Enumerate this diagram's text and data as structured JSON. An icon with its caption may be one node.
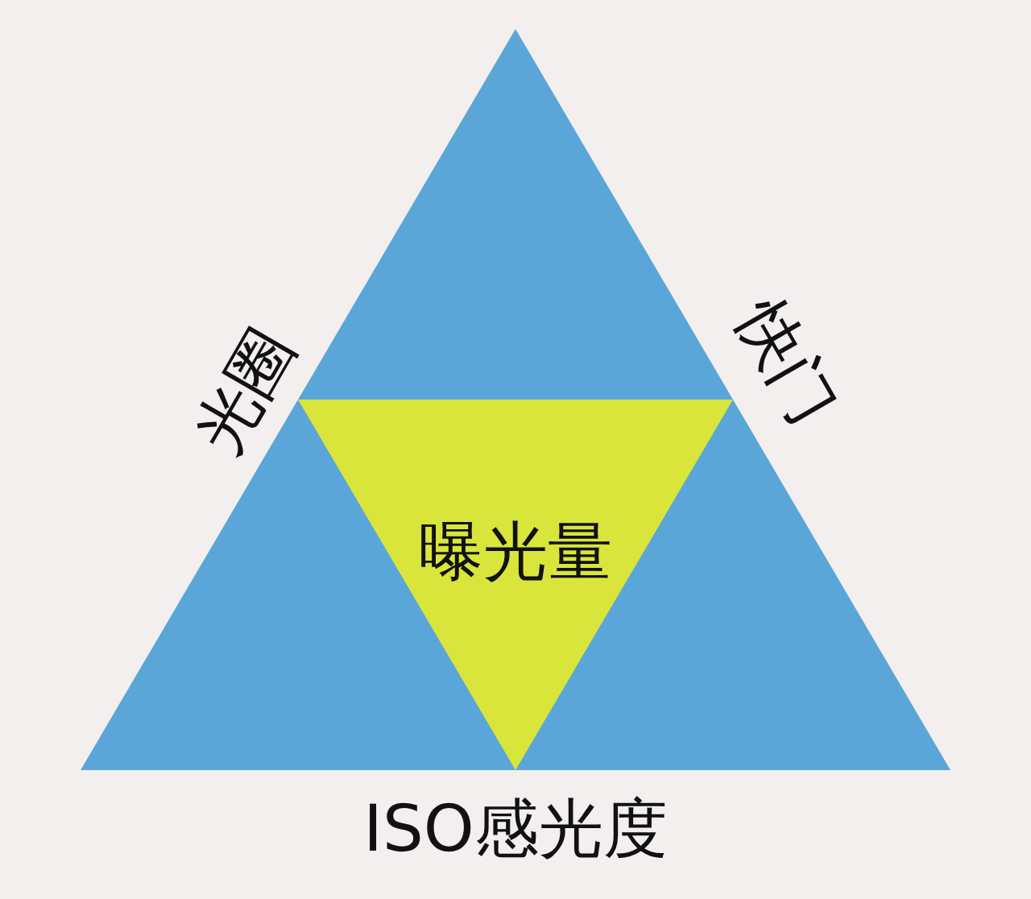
{
  "diagram": {
    "nodes": [
      {
        "text": [],
        "shape": "triangle"
      },
      {
        "text": [
          "曝光量"
        ],
        "in": 0
      }
    ],
    "edges": [],
    "labels": [
      "光圈",
      "快门",
      "ISO感光度"
    ]
  }
}
